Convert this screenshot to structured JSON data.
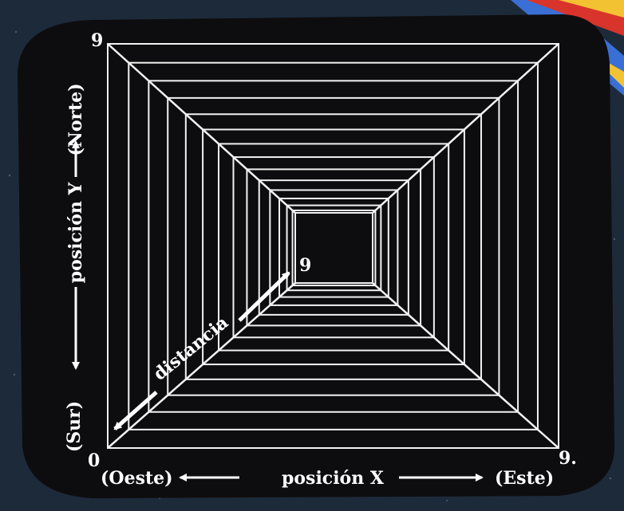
{
  "labels": {
    "corner_top_left": "9",
    "corner_bottom_left": "0",
    "corner_bottom_right": "9.",
    "center_value": "9",
    "distance": "distancia",
    "y_axis": "posición Y",
    "north": "(Norte)",
    "south": "(Sur)",
    "x_axis": "posición X",
    "west": "(Oeste)",
    "east": "(Este)"
  },
  "colors": {
    "background": "#1d2a3a",
    "screen": "#0d0d0f",
    "lines": "#f2f2f2",
    "stripe_yellow": "#f2c233",
    "stripe_red": "#d9342b",
    "stripe_blue": "#3a6fd6"
  },
  "grid": {
    "frames": 15,
    "depth_max": 9
  }
}
